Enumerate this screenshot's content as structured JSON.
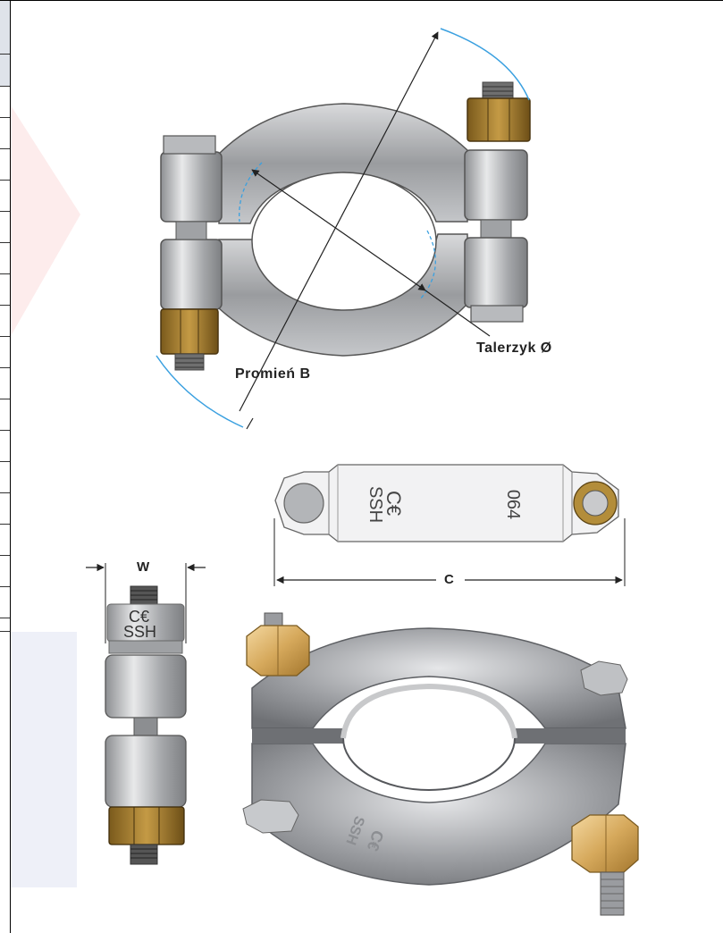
{
  "labels": {
    "flange_diameter": "Talerzyk Ø",
    "radius": "Promień B",
    "width": "W",
    "length": "C"
  },
  "markings": {
    "brand": "SSH",
    "ce": "C€",
    "size_code": "064"
  },
  "colors": {
    "dimension_line": "#222222",
    "arc_highlight": "#3aa0e0",
    "steel": "#a9abaf",
    "brass": "#b38d3a"
  }
}
